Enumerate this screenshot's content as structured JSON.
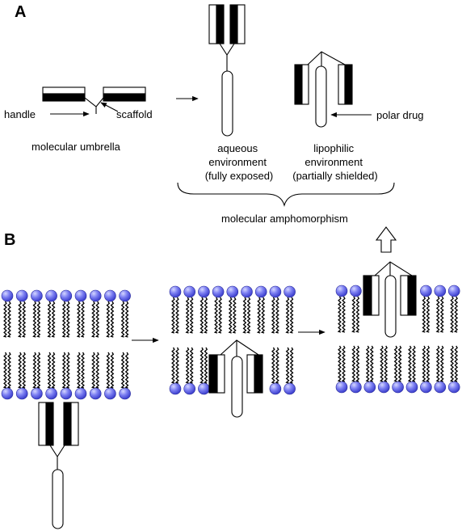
{
  "panels": {
    "a": "A",
    "b": "B"
  },
  "labels": {
    "handle": "handle",
    "scaffold": "scaffold",
    "molecular_umbrella": "molecular umbrella",
    "polar_drug": "polar drug",
    "aqueous": [
      "aqueous",
      "environment",
      "(fully exposed)"
    ],
    "lipophilic": [
      "lipophilic",
      "environment",
      "(partially shielded)"
    ],
    "amphomorphism": "molecular amphomorphism"
  },
  "colors": {
    "lipid_head": "#4f52e0",
    "lipid_head_highlight": "#b9bcff",
    "outline": "#000000"
  }
}
